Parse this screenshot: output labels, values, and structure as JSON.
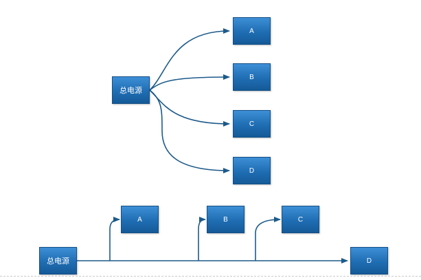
{
  "diagram_top": {
    "source": {
      "label": "总电源"
    },
    "targets": [
      {
        "id": "a",
        "label": "A"
      },
      {
        "id": "b",
        "label": "B"
      },
      {
        "id": "c",
        "label": "C"
      },
      {
        "id": "d",
        "label": "D"
      }
    ]
  },
  "diagram_bottom": {
    "source": {
      "label": "总电源"
    },
    "targets": [
      {
        "id": "a",
        "label": "A"
      },
      {
        "id": "b",
        "label": "B"
      },
      {
        "id": "c",
        "label": "C"
      },
      {
        "id": "d",
        "label": "D"
      }
    ]
  },
  "colors": {
    "box": "#1f6db3",
    "line": "#1c5a8a",
    "text": "#ffffff"
  }
}
